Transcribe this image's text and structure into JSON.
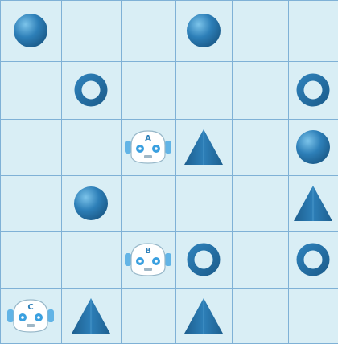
{
  "board": {
    "rows": 6,
    "cols": 6,
    "pieces": [
      {
        "row": 0,
        "col": 0,
        "type": "sphere"
      },
      {
        "row": 0,
        "col": 3,
        "type": "sphere"
      },
      {
        "row": 1,
        "col": 1,
        "type": "ring"
      },
      {
        "row": 1,
        "col": 5,
        "type": "ring"
      },
      {
        "row": 2,
        "col": 2,
        "type": "robot",
        "label": "A"
      },
      {
        "row": 2,
        "col": 3,
        "type": "triangle"
      },
      {
        "row": 2,
        "col": 5,
        "type": "sphere"
      },
      {
        "row": 3,
        "col": 1,
        "type": "sphere"
      },
      {
        "row": 3,
        "col": 5,
        "type": "triangle"
      },
      {
        "row": 4,
        "col": 2,
        "type": "robot",
        "label": "B"
      },
      {
        "row": 4,
        "col": 3,
        "type": "ring"
      },
      {
        "row": 4,
        "col": 5,
        "type": "ring"
      },
      {
        "row": 5,
        "col": 0,
        "type": "robot",
        "label": "C"
      },
      {
        "row": 5,
        "col": 1,
        "type": "triangle"
      },
      {
        "row": 5,
        "col": 3,
        "type": "triangle"
      }
    ]
  },
  "colors": {
    "board_bg": "#d9eef5",
    "grid": "#7fb1d6",
    "shape_dark": "#1d5f8f",
    "shape_mid": "#2d7fb8",
    "shape_light": "#7cc4ea",
    "robot_face": "#ffffff",
    "robot_accent": "#3aa0e0",
    "robot_outline": "#98b8c9"
  }
}
